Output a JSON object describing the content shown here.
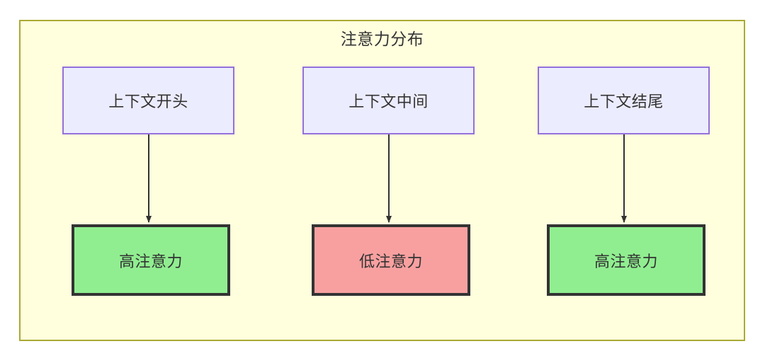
{
  "diagram": {
    "title": "注意力分布",
    "container": {
      "background_color": "#ffffde",
      "border_color": "#aaaa33"
    },
    "source_nodes": [
      {
        "id": "context-start",
        "label": "上下文开头",
        "fill": "#ececff",
        "stroke": "#9370db"
      },
      {
        "id": "context-middle",
        "label": "上下文中间",
        "fill": "#ececff",
        "stroke": "#9370db"
      },
      {
        "id": "context-end",
        "label": "上下文结尾",
        "fill": "#ececff",
        "stroke": "#9370db"
      }
    ],
    "target_nodes": [
      {
        "id": "high-attention-left",
        "label": "高注意力",
        "fill": "#90ee90",
        "stroke": "#333333"
      },
      {
        "id": "low-attention-middle",
        "label": "低注意力",
        "fill": "#f8a0a0",
        "stroke": "#333333"
      },
      {
        "id": "high-attention-right",
        "label": "高注意力",
        "fill": "#90ee90",
        "stroke": "#333333"
      }
    ],
    "edges": [
      {
        "from": "上下文开头",
        "to": "高注意力"
      },
      {
        "from": "上下文中间",
        "to": "低注意力"
      },
      {
        "from": "上下文结尾",
        "to": "高注意力"
      }
    ]
  }
}
